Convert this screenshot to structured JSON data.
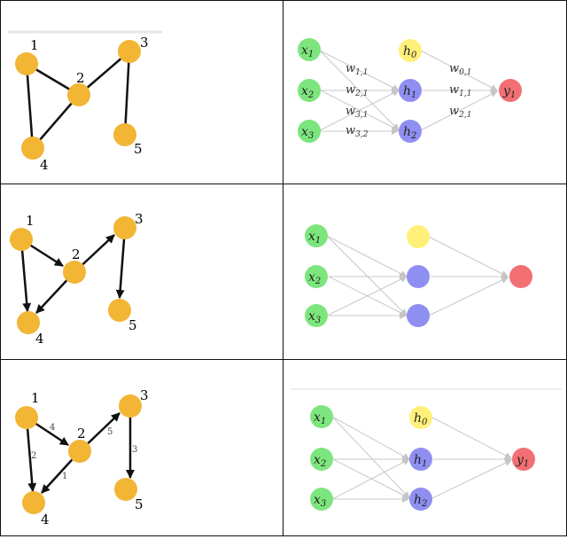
{
  "colors": {
    "node_orange": "#F2B534",
    "input_green": "#7DE57D",
    "bias_yellow": "#FFF07A",
    "hidden_blue": "#8F8FF2",
    "output_red": "#F26F73",
    "edge_dark": "#111111",
    "edge_light": "#C8C8C8"
  },
  "panels": {
    "undirected": {
      "node_labels": [
        "1",
        "2",
        "3",
        "4",
        "5"
      ]
    },
    "directed": {
      "node_labels": [
        "1",
        "2",
        "3",
        "4",
        "5"
      ]
    },
    "weighted": {
      "node_labels": [
        "1",
        "2",
        "3",
        "4",
        "5"
      ],
      "edge_weights": {
        "e12": "4",
        "e14": "2",
        "e24": "1",
        "e23": "5",
        "e35": "3"
      }
    },
    "nn_weights": {
      "inputs": [
        "x",
        "x",
        "x"
      ],
      "input_subs": [
        "1",
        "2",
        "3"
      ],
      "bias": "h",
      "bias_sub": "0",
      "hidden": [
        "h",
        "h"
      ],
      "hidden_subs": [
        "1",
        "2"
      ],
      "output": "y",
      "output_sub": "1",
      "weights": [
        {
          "base": "w",
          "sub": "1,1"
        },
        {
          "base": "w",
          "sub": "2,1"
        },
        {
          "base": "w",
          "sub": "3,1"
        },
        {
          "base": "w",
          "sub": "3,2"
        },
        {
          "base": "w",
          "sub": "0,1"
        },
        {
          "base": "w",
          "sub": "1,1"
        },
        {
          "base": "w",
          "sub": "2,1"
        }
      ]
    },
    "nn_unlabeled": {
      "inputs": [
        "x",
        "x",
        "x"
      ],
      "input_subs": [
        "1",
        "2",
        "3"
      ]
    },
    "nn_labeled": {
      "inputs": [
        "x",
        "x",
        "x"
      ],
      "input_subs": [
        "1",
        "2",
        "3"
      ],
      "bias": "h",
      "bias_sub": "0",
      "hidden": [
        "h",
        "h"
      ],
      "hidden_subs": [
        "1",
        "2"
      ],
      "output": "y",
      "output_sub": "1"
    }
  }
}
